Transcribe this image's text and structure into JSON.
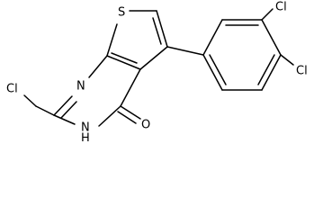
{
  "molecule": {
    "atoms": {
      "sulfur": "S",
      "ring_nitrogen": "N",
      "amide_nitrogen": "N",
      "amide_hydrogen": "H",
      "carbonyl_oxygen": "O",
      "chloromethyl_chlorine": "Cl",
      "aryl_chlorine_meta": "Cl",
      "aryl_chlorine_para": "Cl"
    },
    "colors": {
      "bond": "#000000",
      "label": "#000000",
      "background": "#ffffff"
    }
  }
}
